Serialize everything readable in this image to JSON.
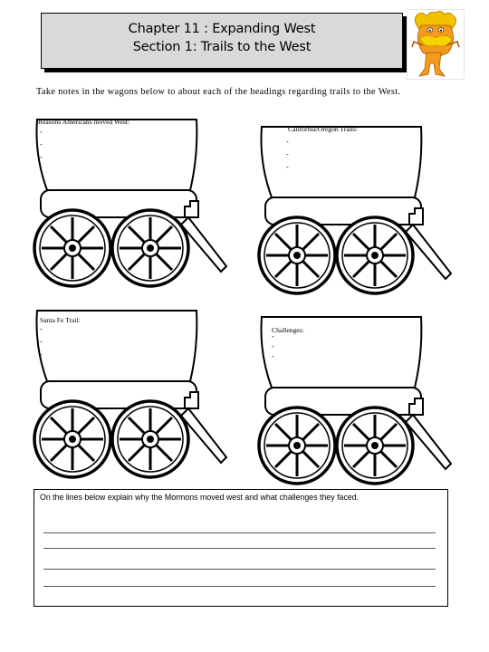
{
  "header": {
    "title": "Chapter  11 : Expanding West",
    "subtitle": "Section 1: Trails to the West"
  },
  "instructions": "Take notes in the wagons below to about each of the headings regarding trails to the West.",
  "wagons": [
    {
      "label": "Reasons Americans moved West:",
      "bullets": [
        "-",
        "-",
        "-"
      ]
    },
    {
      "label": "California/Oregon Trails:",
      "bullets": [
        "-",
        "-",
        "-"
      ]
    },
    {
      "label": "Santa Fe Trail:",
      "bullets": [
        "-",
        "-",
        "-"
      ]
    },
    {
      "label": "Challenges:",
      "bullets": [
        "-",
        "-",
        "-"
      ]
    }
  ],
  "bottom_box": {
    "prompt": "On the lines below explain why the Mormons moved west and what challenges they faced."
  },
  "icons": {
    "character": "lorax-character-icon",
    "wagon": "covered-wagon-icon",
    "wheel": "wagon-wheel-icon"
  }
}
